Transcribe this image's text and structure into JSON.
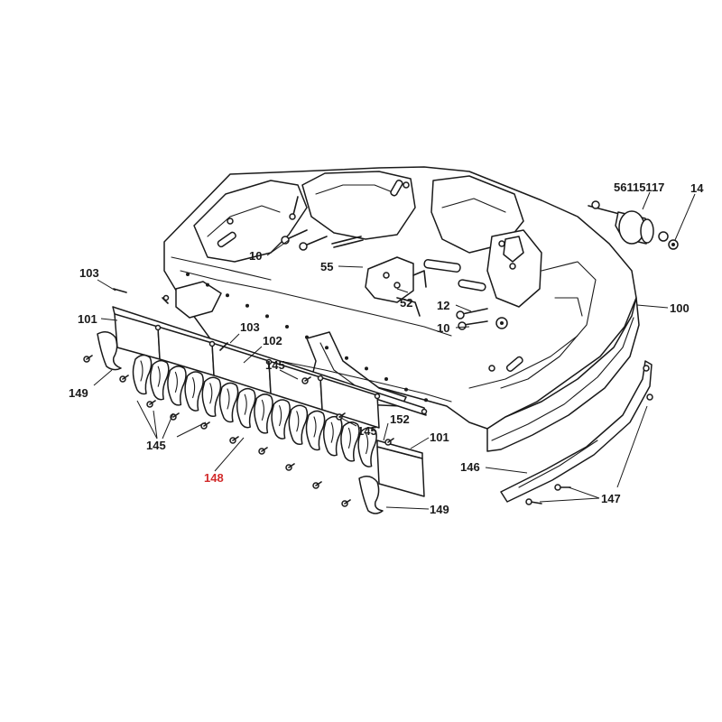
{
  "diagram": {
    "callouts": [
      {
        "id": "c-56115117",
        "text": "56115117",
        "highlight": false
      },
      {
        "id": "c-14",
        "text": "14",
        "highlight": false
      },
      {
        "id": "c-100",
        "text": "100",
        "highlight": false
      },
      {
        "id": "c-103a",
        "text": "103",
        "highlight": false
      },
      {
        "id": "c-101a",
        "text": "101",
        "highlight": false
      },
      {
        "id": "c-149a",
        "text": "149",
        "highlight": false
      },
      {
        "id": "c-145a",
        "text": "145",
        "highlight": false
      },
      {
        "id": "c-148",
        "text": "148",
        "highlight": true
      },
      {
        "id": "c-103b",
        "text": "103",
        "highlight": false
      },
      {
        "id": "c-102",
        "text": "102",
        "highlight": false
      },
      {
        "id": "c-145b",
        "text": "145",
        "highlight": false
      },
      {
        "id": "c-145c",
        "text": "145",
        "highlight": false
      },
      {
        "id": "c-152",
        "text": "152",
        "highlight": false
      },
      {
        "id": "c-101b",
        "text": "101",
        "highlight": false
      },
      {
        "id": "c-149b",
        "text": "149",
        "highlight": false
      },
      {
        "id": "c-146",
        "text": "146",
        "highlight": false
      },
      {
        "id": "c-147",
        "text": "147",
        "highlight": false
      },
      {
        "id": "c-10a",
        "text": "10",
        "highlight": false
      },
      {
        "id": "c-55",
        "text": "55",
        "highlight": false
      },
      {
        "id": "c-52",
        "text": "52",
        "highlight": false
      },
      {
        "id": "c-12",
        "text": "12",
        "highlight": false
      },
      {
        "id": "c-10b",
        "text": "10",
        "highlight": false
      }
    ],
    "highlight_color": "#d22b2b",
    "line_color": "#1a1a1a"
  }
}
